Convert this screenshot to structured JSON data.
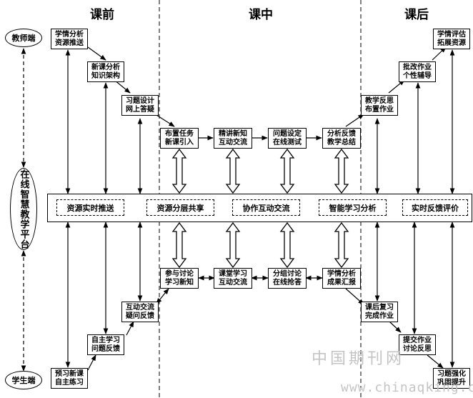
{
  "phases": {
    "before": "课前",
    "during": "课中",
    "after": "课后"
  },
  "nodes": {
    "teacher_end": "教师端",
    "student_end": "学生端",
    "platform": "在线智慧教学平台"
  },
  "teacher_steps": {
    "t1": [
      "学情分析",
      "资源推送"
    ],
    "t2": [
      "新课分析",
      "知识架构"
    ],
    "t3": [
      "习题设计",
      "网上答疑"
    ],
    "t4": [
      "布置任务",
      "新课引入"
    ],
    "t5": [
      "精讲新知",
      "互动交流"
    ],
    "t6": [
      "问题设定",
      "在线测试"
    ],
    "t7": [
      "分析反馈",
      "教学总结"
    ],
    "t8": [
      "教学反思",
      "布置作业"
    ],
    "t9": [
      "批改作业",
      "个性辅导"
    ],
    "t10": [
      "学情评估",
      "拓展资源"
    ]
  },
  "student_steps": {
    "s1": [
      "预习新课",
      "自主练习"
    ],
    "s2": [
      "自主学习",
      "问题反馈"
    ],
    "s3": [
      "互动交流",
      "疑问反馈"
    ],
    "s4": [
      "参与讨论",
      "学习新知"
    ],
    "s5": [
      "课堂学习",
      "互动交流"
    ],
    "s6": [
      "分组讨论",
      "在线抢答"
    ],
    "s7": [
      "学情分析",
      "成果汇报"
    ],
    "s8": [
      "课后复习",
      "完成作业"
    ],
    "s9": [
      "提交作业",
      "讨论反思"
    ],
    "s10": [
      "习题强化",
      "巩固提升"
    ]
  },
  "platform_functions": {
    "f1": "资源实时推送",
    "f2": "资源分层共享",
    "f3": "协作互动交流",
    "f4": "智能学习分析",
    "f5": "实时反馈评价"
  },
  "watermark": {
    "cn": "中国期刊网",
    "url": "www.chinaqking.com"
  },
  "colors": {
    "line": "#000000",
    "background": "#ffffff",
    "watermark": "#c4c4c4"
  }
}
